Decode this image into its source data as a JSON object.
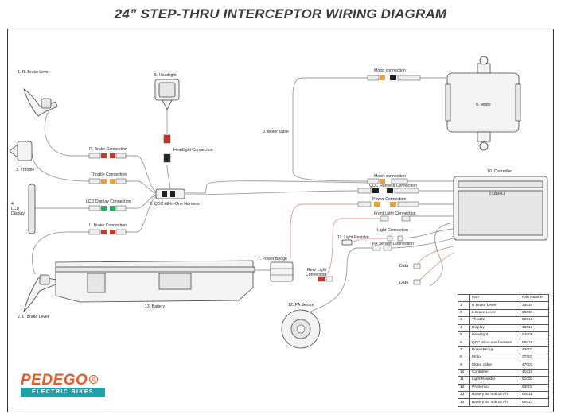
{
  "title": "24” STEP-THRU INTERCEPTOR WIRING DIAGRAM",
  "components": {
    "r_brake_lever": "1. R. Brake Lever",
    "throttle": "3. Throttle",
    "lcd_display_num": "4.",
    "lcd_display_l1": "LCD",
    "lcd_display_l2": "Display",
    "l_brake_lever": "2. L. Brake Lever",
    "headlight": "5. Headlight",
    "qdc_harness": "6. QDC All-In-One Harness",
    "power_bridge": "7. Power Bridge",
    "motor": "8. Motor",
    "motor_cable": "9. Motor cable",
    "controller": "10. Controller",
    "light_resistor": "11. Light Resistor",
    "pa_sensor": "12. PA Sensor",
    "battery": "13. Battery",
    "controller_brand": "DAPU"
  },
  "connections": {
    "r_brake": "R. Brake Connection",
    "throttle": "Throttle Connection",
    "lcd_display": "LCD Display Connection",
    "l_brake": "L. Brake Connection",
    "headlight": "Headlight Connection",
    "motor_top": "Motor connection",
    "motor_lower": "Motor connection",
    "qdc_harness": "QDC Harness Connection",
    "power": "Power Connection",
    "front_light": "Front Light Connection",
    "light": "Light Connection",
    "pa_sensor": "PA Sensor Connection",
    "rear_light_l1": "Rear Light",
    "rear_light_l2": "Connection",
    "data1": "Data",
    "data2": "Data"
  },
  "parts_table": {
    "headers": [
      "",
      "Part",
      "Part Number"
    ],
    "rows": [
      [
        "1",
        "R Brake Lever",
        "30034"
      ],
      [
        "2",
        "L Brake Lever",
        "30033"
      ],
      [
        "3",
        "Throttle",
        "52016"
      ],
      [
        "4",
        "Display",
        "42012"
      ],
      [
        "5",
        "Headlight",
        "54008"
      ],
      [
        "6",
        "QDC all-in-one harness",
        "50019"
      ],
      [
        "7",
        "PowerBridge",
        "43003"
      ],
      [
        "8",
        "Motor",
        "37007"
      ],
      [
        "9",
        "Motor cable",
        "47007"
      ],
      [
        "10",
        "Controller",
        "41015"
      ],
      [
        "11",
        "Light Resistor",
        "51002"
      ],
      [
        "12",
        "PA Sensor",
        "53003"
      ],
      [
        "13",
        "Battery 48 Volt 10 Ah",
        "60011"
      ],
      [
        "13",
        "Battery 48 Volt 10 Ah",
        "60017"
      ]
    ]
  },
  "brand": {
    "name": "PEDEGO",
    "badge": "10",
    "tagline": "ELECTRIC BIKES"
  },
  "colors": {
    "brand_orange": "#e85a2a",
    "brand_teal": "#1da0a8",
    "connector_red": "#c0392b",
    "connector_green": "#27ae60",
    "connector_orange": "#e6a03c"
  }
}
